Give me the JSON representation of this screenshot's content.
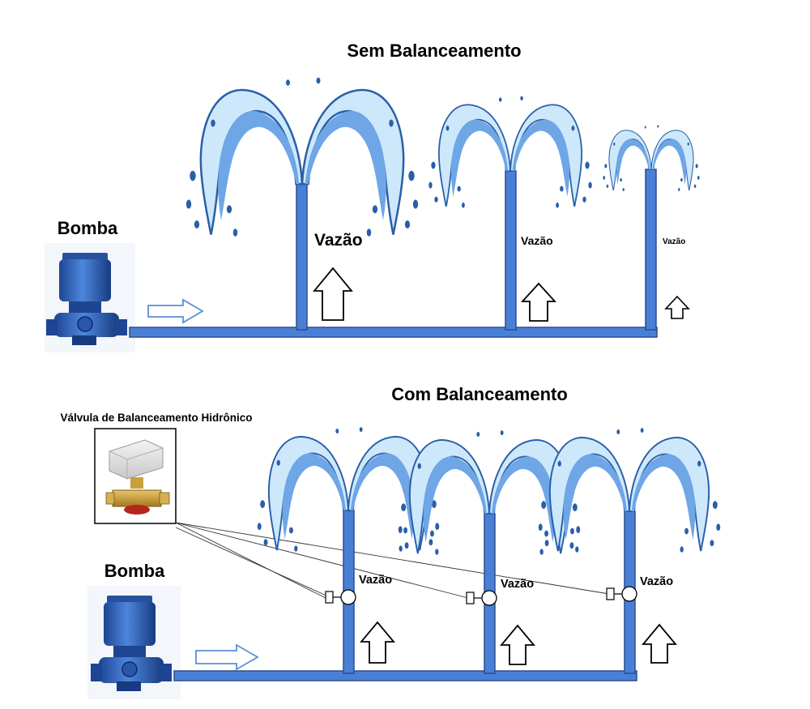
{
  "top": {
    "title": "Sem Balanceamento",
    "pump_label": "Bomba",
    "flow_labels": [
      "Vazão",
      "Vazão",
      "Vazão"
    ]
  },
  "bottom": {
    "title": "Com Balanceamento",
    "pump_label": "Bomba",
    "valve_caption": "Válvula de Balanceamento Hidrônico",
    "flow_labels": [
      "Vazão",
      "Vazão",
      "Vazão"
    ]
  },
  "colors": {
    "pipe": "#4a7fd6",
    "pipe_stroke": "#2b4f8f",
    "water_light": "#cde8fb",
    "water_mid": "#6ea6e6",
    "pump_body": "#2f5fb8",
    "pump_dark": "#163a82"
  },
  "icons": [
    "pump-icon",
    "flow-arrow-icon",
    "valve-icon",
    "fountain-icon",
    "balancing-valve-photo"
  ]
}
